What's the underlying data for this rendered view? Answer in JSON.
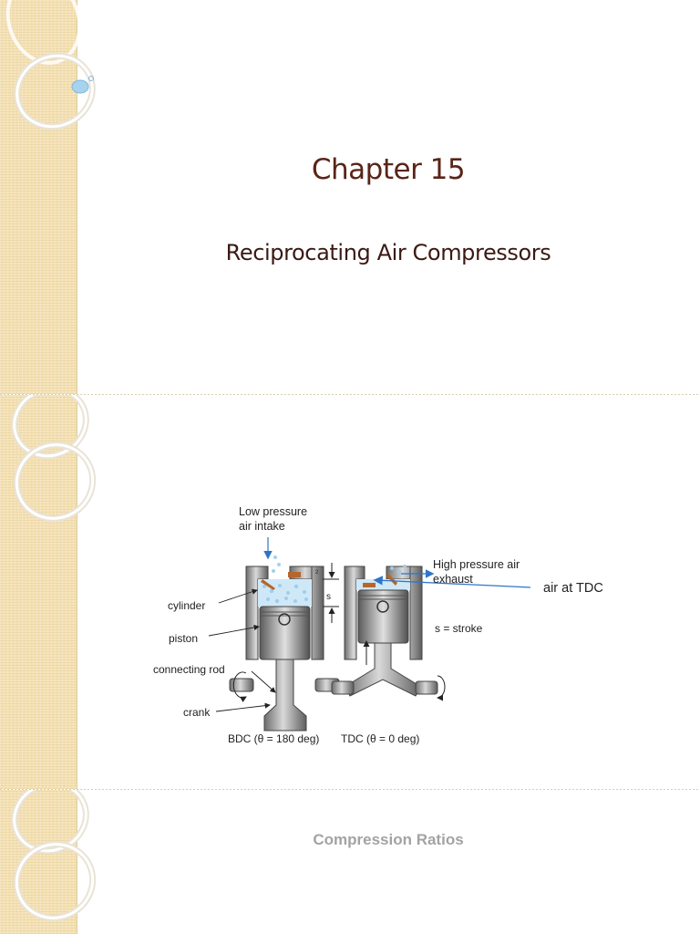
{
  "slide1": {
    "title": "Chapter 15",
    "subtitle": "Reciprocating Air Compressors"
  },
  "slide2": {
    "labels": {
      "intake": [
        "Low pressure",
        "air intake"
      ],
      "exhaust": [
        "High pressure air",
        "exhaust"
      ],
      "air_tdc": "air at TDC",
      "cylinder": "cylinder",
      "piston": "piston",
      "connecting_rod": "connecting rod",
      "crank": "crank",
      "stroke_symbol": "s",
      "stroke_def": "s = stroke",
      "small_mark": "2",
      "bdc": "BDC (θ = 180 deg)",
      "tdc": "TDC (θ = 0 deg)"
    }
  },
  "slide3": {
    "title": "Compression Ratios"
  },
  "colors": {
    "title": "#5a2418",
    "band": "#f4e1b4",
    "arrow": "#2e75c8"
  }
}
